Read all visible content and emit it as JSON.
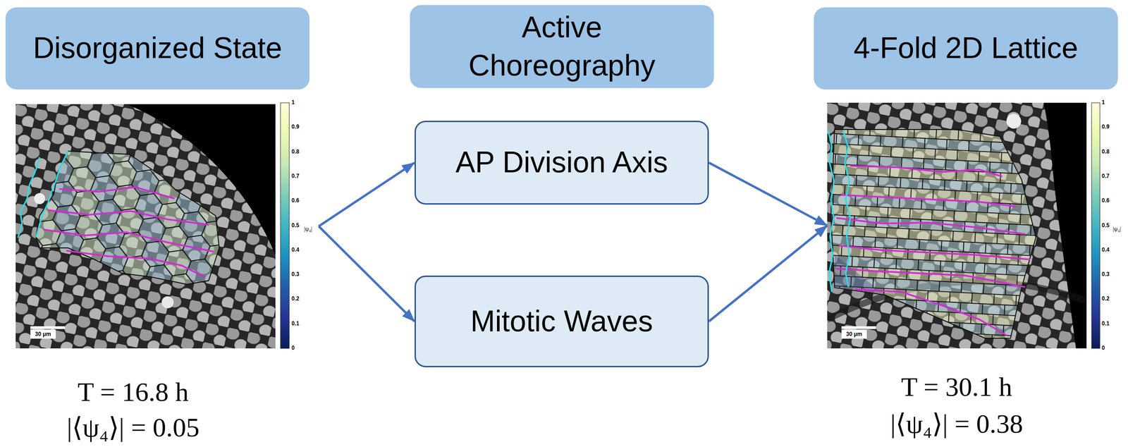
{
  "diagram": {
    "nodes": [
      {
        "text": [
          "Disorganized State"
        ]
      },
      {
        "text": [
          "Active Choreography"
        ]
      },
      {
        "text": [
          "4-Fold 2D Lattice"
        ]
      },
      {
        "text": [
          "30 μm"
        ]
      },
      {
        "text": [
          "AP Division Axis"
        ]
      },
      {
        "text": [
          "Mitotic Waves"
        ]
      },
      {
        "text": [
          "30 μm"
        ]
      }
    ],
    "edges": [
      {
        "from": 3,
        "to": 4,
        "arrow": "to"
      },
      {
        "from": 3,
        "to": 5,
        "arrow": "to"
      },
      {
        "from": 4,
        "to": 6,
        "arrow": "to"
      },
      {
        "from": 5,
        "to": 6,
        "arrow": "to"
      }
    ],
    "labels": [
      "1",
      "0.9",
      "0.8",
      "0.7",
      "0.6",
      "0.5",
      "0.4",
      "0.3",
      "0.2",
      "0.1",
      "0",
      "|ψ₄|",
      "1",
      "0.9",
      "0.8",
      "0.7",
      "0.6",
      "0.5",
      "0.4",
      "0.3",
      "0.2",
      "0.1",
      "0",
      "|ψ₄|",
      "T = 16.8 h",
      "|⟨ψ₄⟩| = 0.05",
      "T = 30.1 h",
      "|⟨ψ₄⟩| = 0.38"
    ]
  }
}
